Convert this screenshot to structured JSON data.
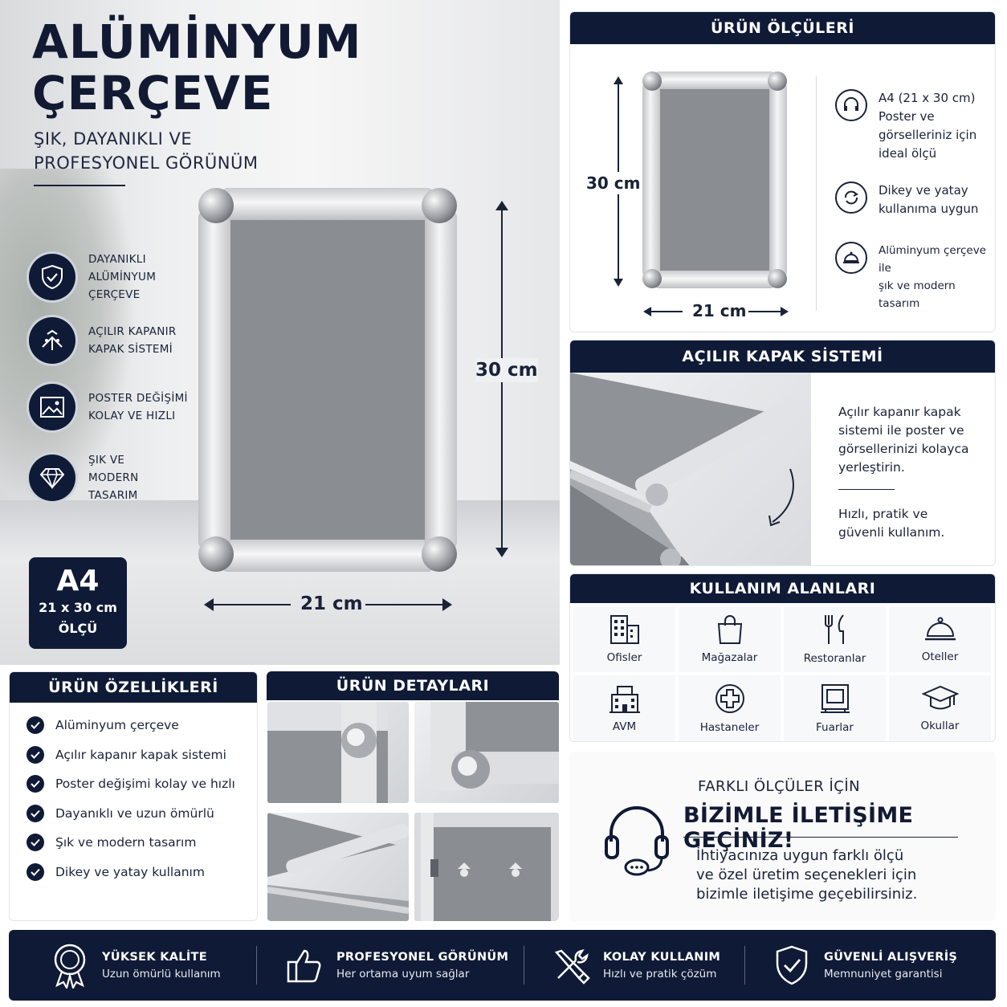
{
  "hero": {
    "title_line1": "ALÜMİNYUM",
    "title_line2": "ÇERÇEVE",
    "subtitle_line1": "ŞIK, DAYANIKLI VE",
    "subtitle_line2": "PROFESYONEL GÖRÜNÜM",
    "features": [
      {
        "icon": "shield-check-icon",
        "line1": "DAYANIKLI",
        "line2": "ALÜMİNYUM",
        "line3": "ÇERÇEVE"
      },
      {
        "icon": "open-lid-icon",
        "line1": "AÇILIR KAPANIR",
        "line2": "KAPAK SİSTEMİ"
      },
      {
        "icon": "picture-icon",
        "line1": "POSTER DEĞİŞİMİ",
        "line2": "KOLAY VE HIZLI"
      },
      {
        "icon": "diamond-icon",
        "line1": "ŞIK VE",
        "line2": "MODERN",
        "line3": "TASARIM"
      }
    ],
    "size_badge": {
      "big": "A4",
      "dims": "21 x 30 cm",
      "label": "ÖLÇÜ"
    },
    "height_label": "30 cm",
    "width_label": "21 cm"
  },
  "dimensions_card": {
    "title": "ÜRÜN ÖLÇÜLERİ",
    "height_label": "30 cm",
    "width_label": "21 cm",
    "specs": [
      {
        "icon": "headset-icon",
        "lines": [
          "A4 (21 x 30 cm)",
          "Poster ve",
          "görselleriniz için",
          "ideal ölçü"
        ]
      },
      {
        "icon": "rotate-icon",
        "lines": [
          "Dikey ve yatay",
          "kullanıma uygun"
        ]
      },
      {
        "icon": "cloche-icon",
        "lines": [
          "Alüminyum çerçeve ile",
          "şık ve modern tasarım"
        ]
      }
    ]
  },
  "lid_card": {
    "title": "AÇILIR KAPAK SİSTEMİ",
    "text1_lines": [
      "Açılır kapanır kapak",
      "sistemi ile poster ve",
      "görsellerinizi kolayca",
      "yerleştirin."
    ],
    "text2_lines": [
      "Hızlı, pratik ve",
      "güvenli kullanım."
    ]
  },
  "usage_card": {
    "title": "KULLANIM ALANLARI",
    "items": [
      {
        "icon": "building-icon",
        "label": "Ofisler"
      },
      {
        "icon": "shopping-bag-icon",
        "label": "Mağazalar"
      },
      {
        "icon": "fork-knife-icon",
        "label": "Restoranlar"
      },
      {
        "icon": "service-bell-icon",
        "label": "Oteller"
      },
      {
        "icon": "mall-icon",
        "label": "AVM"
      },
      {
        "icon": "medical-cross-icon",
        "label": "Hastaneler"
      },
      {
        "icon": "exhibition-stand-icon",
        "label": "Fuarlar"
      },
      {
        "icon": "graduation-cap-icon",
        "label": "Okullar"
      }
    ]
  },
  "features_card": {
    "title": "ÜRÜN ÖZELLİKLERİ",
    "items": [
      "Alüminyum çerçeve",
      "Açılır kapanır kapak sistemi",
      "Poster değişimi kolay ve hızlı",
      "Dayanıklı ve uzun ömürlü",
      "Şık ve modern tasarım",
      "Dikey ve yatay kullanım"
    ]
  },
  "details_card": {
    "title": "ÜRÜN DETAYLARI"
  },
  "contact_card": {
    "line1": "FARKLI ÖLÇÜLER İÇİN",
    "line2": "BİZİMLE İLETİŞİME GEÇİNİZ!",
    "body_lines": [
      "İhtiyacınıza uygun farklı ölçü",
      "ve özel üretim seçenekleri için",
      "bizimle iletişime geçebilirsiniz."
    ]
  },
  "footer": {
    "items": [
      {
        "icon": "quality-ribbon-icon",
        "title": "YÜKSEK KALİTE",
        "subtitle": "Uzun ömürlü kullanım"
      },
      {
        "icon": "thumbs-up-icon",
        "title": "PROFESYONEL GÖRÜNÜM",
        "subtitle": "Her ortama uyum sağlar"
      },
      {
        "icon": "tools-icon",
        "title": "KOLAY KULLANIM",
        "subtitle": "Hızlı ve pratik çözüm"
      },
      {
        "icon": "secure-shield-icon",
        "title": "GÜVENLİ ALIŞVERİŞ",
        "subtitle": "Memnuniyet garantisi"
      }
    ]
  },
  "colors": {
    "navy": "#0f1a36",
    "panel_gray": "#8a8d92",
    "aluminium": "#e9eaec"
  }
}
